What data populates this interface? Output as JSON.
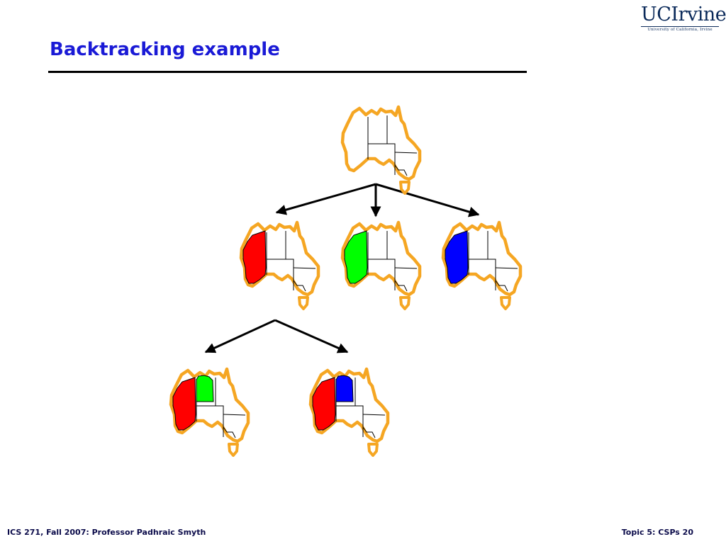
{
  "slide": {
    "title": "Backtracking example"
  },
  "logo": {
    "main": "UCIrvine",
    "sub": "University of California, Irvine"
  },
  "footer": {
    "left": "ICS 271, Fall 2007: Professor Padhraic Smyth",
    "right": "Topic 5: CSPs 20"
  },
  "colors": {
    "title": "#1a1ad6",
    "outline": "#f5a623",
    "red": "#ff0000",
    "green": "#00ff00",
    "blue": "#0000ff"
  },
  "tree": {
    "nodes": [
      {
        "id": "root",
        "wa": null,
        "nt": null
      },
      {
        "id": "wa-red",
        "wa": "red",
        "nt": null
      },
      {
        "id": "wa-green",
        "wa": "green",
        "nt": null
      },
      {
        "id": "wa-blue",
        "wa": "blue",
        "nt": null
      },
      {
        "id": "wa-red-nt-green",
        "wa": "red",
        "nt": "green"
      },
      {
        "id": "wa-red-nt-blue",
        "wa": "red",
        "nt": "blue"
      }
    ],
    "edges": [
      {
        "from": "root",
        "to": "wa-red"
      },
      {
        "from": "root",
        "to": "wa-green"
      },
      {
        "from": "root",
        "to": "wa-blue"
      },
      {
        "from": "wa-red",
        "to": "wa-red-nt-green"
      },
      {
        "from": "wa-red",
        "to": "wa-red-nt-blue"
      }
    ]
  }
}
